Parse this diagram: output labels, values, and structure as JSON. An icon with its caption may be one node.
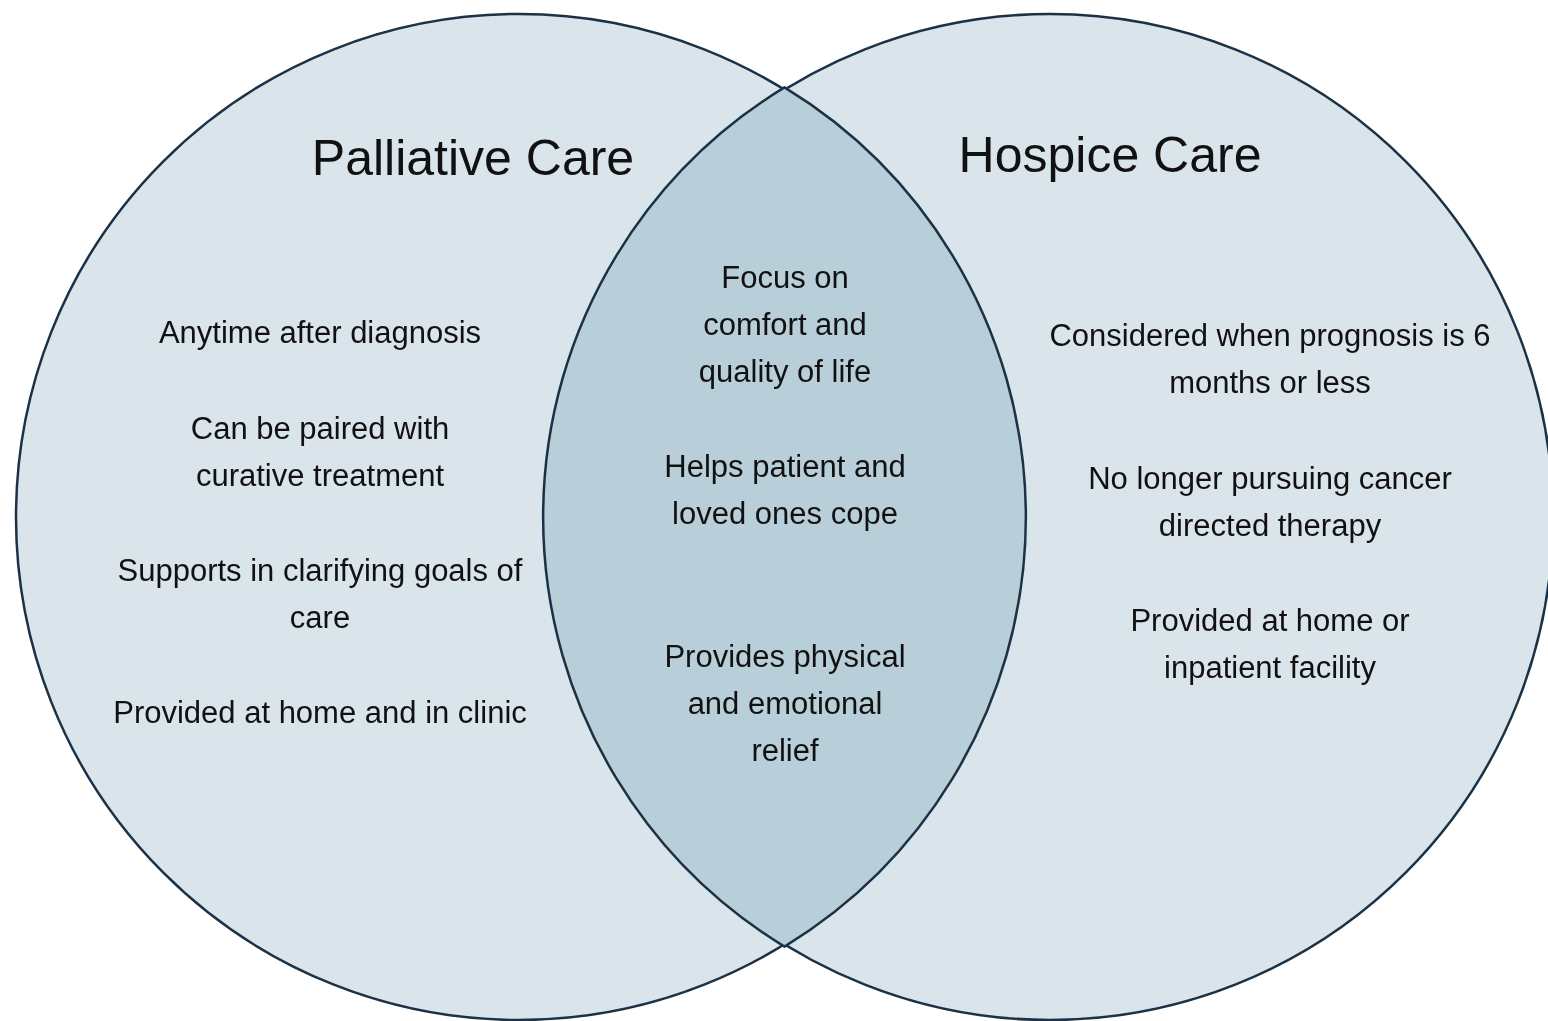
{
  "diagram": {
    "nodes": [
      {
        "text": [
          "Palliative Care",
          "Anytime after diagnosis",
          "Can be paired with curative treatment",
          "Supports in clarifying goals of care",
          "Provided at home and in clinic"
        ]
      },
      {
        "text": [
          "Hospice Care",
          "Considered when prognosis is 6 months or less",
          "No longer pursuing cancer directed therapy",
          "Provided at home or inpatient facility"
        ]
      },
      {
        "text": [
          "Focus on comfort and quality of life",
          "Helps patient and loved ones cope",
          "Provides physical and emotional relief"
        ]
      }
    ]
  }
}
